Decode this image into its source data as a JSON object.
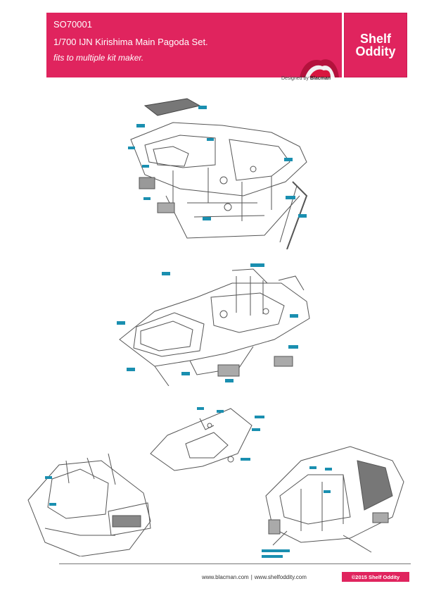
{
  "header": {
    "code": "SO70001",
    "title": "1/700 IJN Kirishima Main Pagoda Set.",
    "subtitle": "fits to multiple kit maker.",
    "brand_line1": "Shelf",
    "brand_line2": "Oddity",
    "designed_prefix": "Designed by",
    "designer": "Blacman"
  },
  "footer": {
    "url1": "www.blacman.com",
    "separator": "|",
    "url2": "www.shelfoddity.com",
    "copyright": "©2015 Shelf Oddity"
  },
  "colors": {
    "brand": "#e0245e",
    "line": "#555555",
    "callout": "#1a8fb0"
  },
  "icons": {
    "logo_splash": "red-splash-icon"
  }
}
